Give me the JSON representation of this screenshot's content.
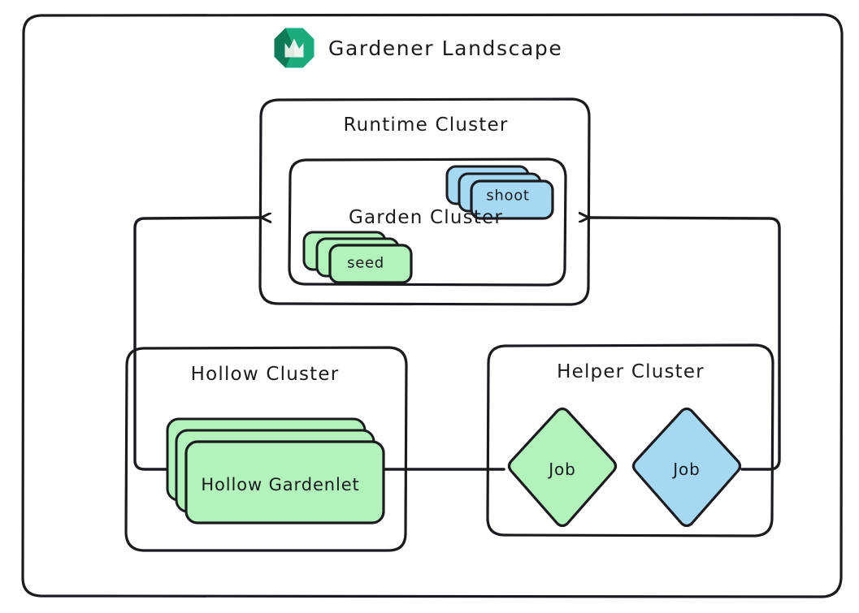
{
  "header": {
    "title": "Gardener Landscape",
    "logo_icon": "gardener-logo-icon"
  },
  "colors": {
    "stroke": "#1b1b1f",
    "green_fill": "#b2f2bb",
    "blue_fill": "#a5d8f3",
    "logo_green": "#1aab7e",
    "logo_green_dark": "#0e7a5a",
    "logo_petal": "#eef5f0",
    "background": "#ffffff"
  },
  "outer_container": {
    "name": "gardener-landscape-container"
  },
  "clusters": [
    {
      "id": "runtime-cluster",
      "label": "Runtime Cluster"
    },
    {
      "id": "garden-cluster",
      "label": "Garden Cluster"
    },
    {
      "id": "hollow-cluster",
      "label": "Hollow Cluster"
    },
    {
      "id": "helper-cluster",
      "label": "Helper Cluster"
    }
  ],
  "nodes": [
    {
      "id": "shoot-stack",
      "label": "shoot",
      "shape": "stacked-card",
      "count": 3,
      "fill": "#a5d8f3",
      "parent": "garden-cluster"
    },
    {
      "id": "seed-stack",
      "label": "seed",
      "shape": "stacked-card",
      "count": 3,
      "fill": "#b2f2bb",
      "parent": "garden-cluster"
    },
    {
      "id": "hollow-gardenlet-stack",
      "label": "Hollow Gardenlet",
      "shape": "stacked-card",
      "count": 3,
      "fill": "#b2f2bb",
      "parent": "hollow-cluster"
    },
    {
      "id": "job-green",
      "label": "Job",
      "shape": "diamond",
      "fill": "#b2f2bb",
      "parent": "helper-cluster"
    },
    {
      "id": "job-blue",
      "label": "Job",
      "shape": "diamond",
      "fill": "#a5d8f3",
      "parent": "helper-cluster"
    }
  ],
  "connectors": [
    {
      "id": "hollow-gardenlet-to-runtime-cluster",
      "from": "hollow-gardenlet-stack",
      "to": "runtime-cluster",
      "arrow": "end"
    },
    {
      "id": "job-blue-to-runtime-cluster",
      "from": "job-blue",
      "to": "runtime-cluster",
      "arrow": "end"
    },
    {
      "id": "job-green-to-hollow-gardenlet",
      "from": "job-green",
      "to": "hollow-gardenlet-stack",
      "arrow": "end"
    }
  ]
}
